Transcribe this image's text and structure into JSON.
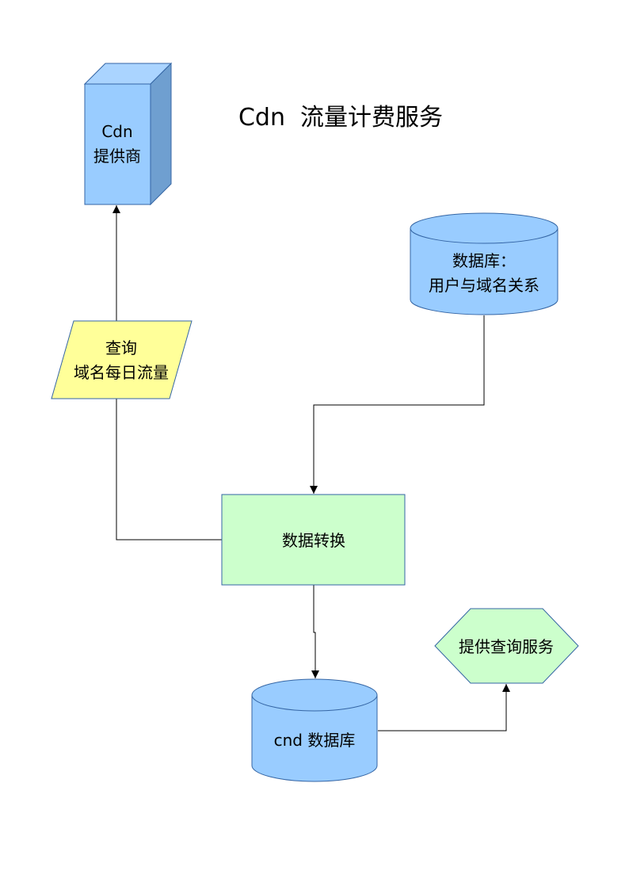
{
  "title": "Cdn  流量计费服务",
  "colors": {
    "blue_fill": "#99ccff",
    "blue_dark": "#6f9fd0",
    "blue_top": "#aad4ff",
    "blue_stroke": "#3465a4",
    "yellow_fill": "#ffff99",
    "green_fill": "#ccffcc",
    "line": "#000000"
  },
  "nodes": {
    "provider": {
      "shape": "3d-box",
      "lines": [
        "Cdn",
        "提供商"
      ]
    },
    "query": {
      "shape": "parallelogram",
      "lines": [
        "查询",
        "域名每日流量"
      ]
    },
    "user_db": {
      "shape": "cylinder",
      "lines": [
        "数据库：",
        "用户与域名关系"
      ]
    },
    "transform": {
      "shape": "rectangle",
      "lines": [
        "数据转换"
      ]
    },
    "cdn_db": {
      "shape": "cylinder",
      "lines": [
        "cnd 数据库"
      ]
    },
    "query_service": {
      "shape": "hexagon",
      "lines": [
        "提供查询服务"
      ]
    }
  },
  "edges": [
    {
      "from": "query",
      "to": "provider"
    },
    {
      "from": "transform",
      "to": "query"
    },
    {
      "from": "user_db",
      "to": "transform"
    },
    {
      "from": "transform",
      "to": "cdn_db"
    },
    {
      "from": "cdn_db",
      "to": "query_service"
    }
  ]
}
